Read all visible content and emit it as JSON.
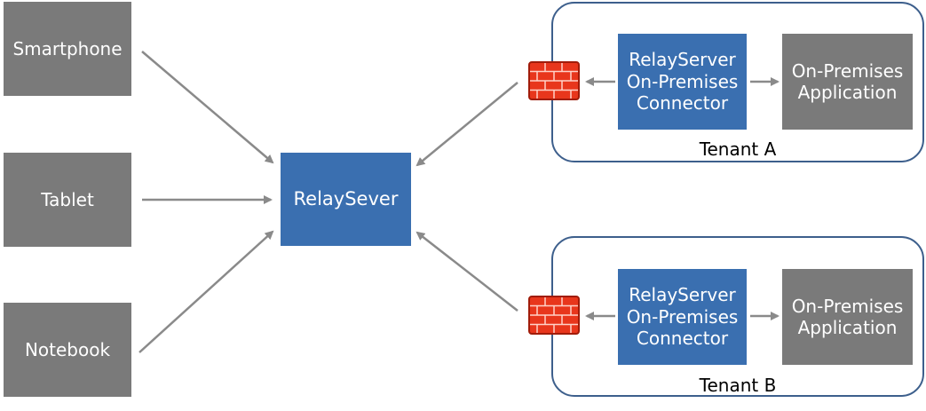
{
  "devices": {
    "smartphone": "Smartphone",
    "tablet": "Tablet",
    "notebook": "Notebook"
  },
  "relay_server": "RelaySever",
  "tenant_a": {
    "label": "Tenant A",
    "connector": "RelayServer On-Premises Connector",
    "application": "On-Premises Application"
  },
  "tenant_b": {
    "label": "Tenant B",
    "connector": "RelayServer On-Premises Connector",
    "application": "On-Premises Application"
  },
  "colors": {
    "device_gray": "#7a7a7a",
    "relay_blue": "#3a6fb0",
    "tenant_border": "#3d5f8c",
    "arrow_gray": "#8a8a8a",
    "firewall_red": "#e8361c"
  },
  "icons": {
    "firewall": "firewall-icon"
  }
}
